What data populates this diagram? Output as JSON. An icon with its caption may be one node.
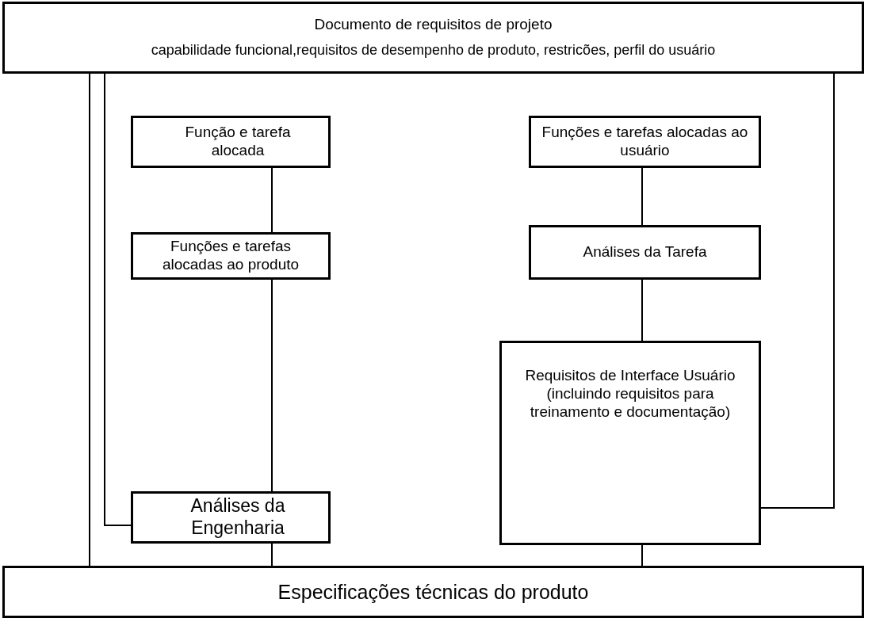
{
  "diagram": {
    "nodes": [
      {
        "text": [
          "Documento de requisitos de projeto",
          "capabilidade funcional,requisitos de desempenho de produto, restricões, perfil do usuário"
        ]
      },
      {
        "text": [
          "Função e tarefa alocada"
        ]
      },
      {
        "text": [
          "Funções e tarefas alocadas ao produto"
        ]
      },
      {
        "text": [
          "Análises da Engenharia"
        ]
      },
      {
        "text": [
          "Funções e tarefas alocadas ao usuário"
        ]
      },
      {
        "text": [
          "Análises da Tarefa"
        ]
      },
      {
        "text": [
          "Requisitos de Interface Usuário",
          "(incluindo requisitos para treinamento e documentação)"
        ]
      },
      {
        "text": [
          "Especificações técnicas do produto"
        ]
      }
    ],
    "edges": [
      {
        "from": 1,
        "to": 2,
        "arrow": "none"
      },
      {
        "from": 2,
        "to": 3,
        "arrow": "none"
      },
      {
        "from": 4,
        "to": 5,
        "arrow": "none"
      },
      {
        "from": 5,
        "to": 6,
        "arrow": "none"
      },
      {
        "from": 3,
        "to": 7,
        "arrow": "none"
      },
      {
        "from": 6,
        "to": 7,
        "arrow": "none"
      },
      {
        "from": 0,
        "to": 3,
        "arrow": "none"
      },
      {
        "from": 0,
        "to": 7,
        "arrow": "none"
      },
      {
        "from": 0,
        "to": 6,
        "arrow": "none"
      }
    ]
  }
}
